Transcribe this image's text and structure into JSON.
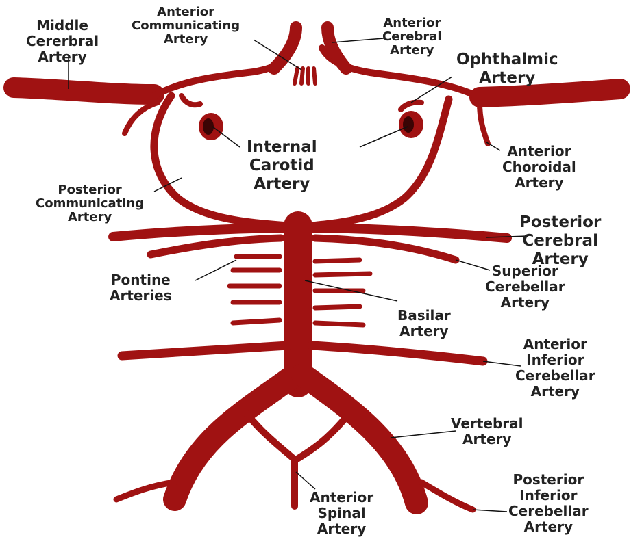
{
  "colors": {
    "vessel": "#a01212",
    "vessel_dark": "#7a0c0c",
    "lumen": "#3a0404",
    "leader": "#111111",
    "text": "#222222",
    "background": "#ffffff"
  },
  "labels": {
    "aca_comm": [
      "Anterior",
      "Communicating",
      "Artery"
    ],
    "aca": [
      "Anterior",
      "Cerebral",
      "Artery"
    ],
    "mca": [
      "Middle",
      "Cererbral",
      "Artery"
    ],
    "ophthalmic": [
      "Ophthalmic",
      "Artery"
    ],
    "ica": [
      "Internal",
      "Carotid",
      "Artery"
    ],
    "ant_choroidal": [
      "Anterior",
      "Choroidal",
      "Artery"
    ],
    "pcomm": [
      "Posterior",
      "Communicating",
      "Artery"
    ],
    "pca": [
      "Posterior",
      "Cerebral",
      "Artery"
    ],
    "pontine": [
      "Pontine",
      "Arteries"
    ],
    "sca": [
      "Superior",
      "Cerebellar",
      "Artery"
    ],
    "basilar": [
      "Basilar",
      "Artery"
    ],
    "aica": [
      "Anterior",
      "Inferior",
      "Cerebellar",
      "Artery"
    ],
    "vertebral": [
      "Vertebral",
      "Artery"
    ],
    "ant_spinal": [
      "Anterior",
      "Spinal",
      "Artery"
    ],
    "pica": [
      "Posterior",
      "Inferior",
      "Cerebellar",
      "Artery"
    ]
  }
}
